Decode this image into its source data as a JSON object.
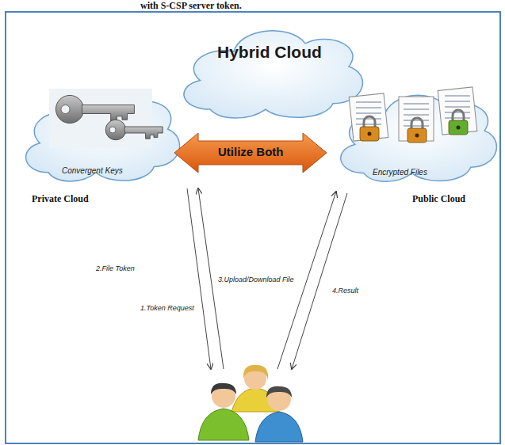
{
  "diagram": {
    "nodes": [
      {
        "text": [
          "Hybrid Cloud"
        ]
      },
      {
        "text": [
          "Convergent Keys",
          "Private Cloud"
        ]
      },
      {
        "text": [
          "Encrypted Files",
          "Public Cloud"
        ]
      },
      {
        "text": [
          "Utilize Both"
        ]
      }
    ],
    "labels": [
      "with S-CSP server token.",
      "2.File Token",
      "1.Token Request",
      "3.Upload/Download File",
      "4.Result"
    ]
  }
}
